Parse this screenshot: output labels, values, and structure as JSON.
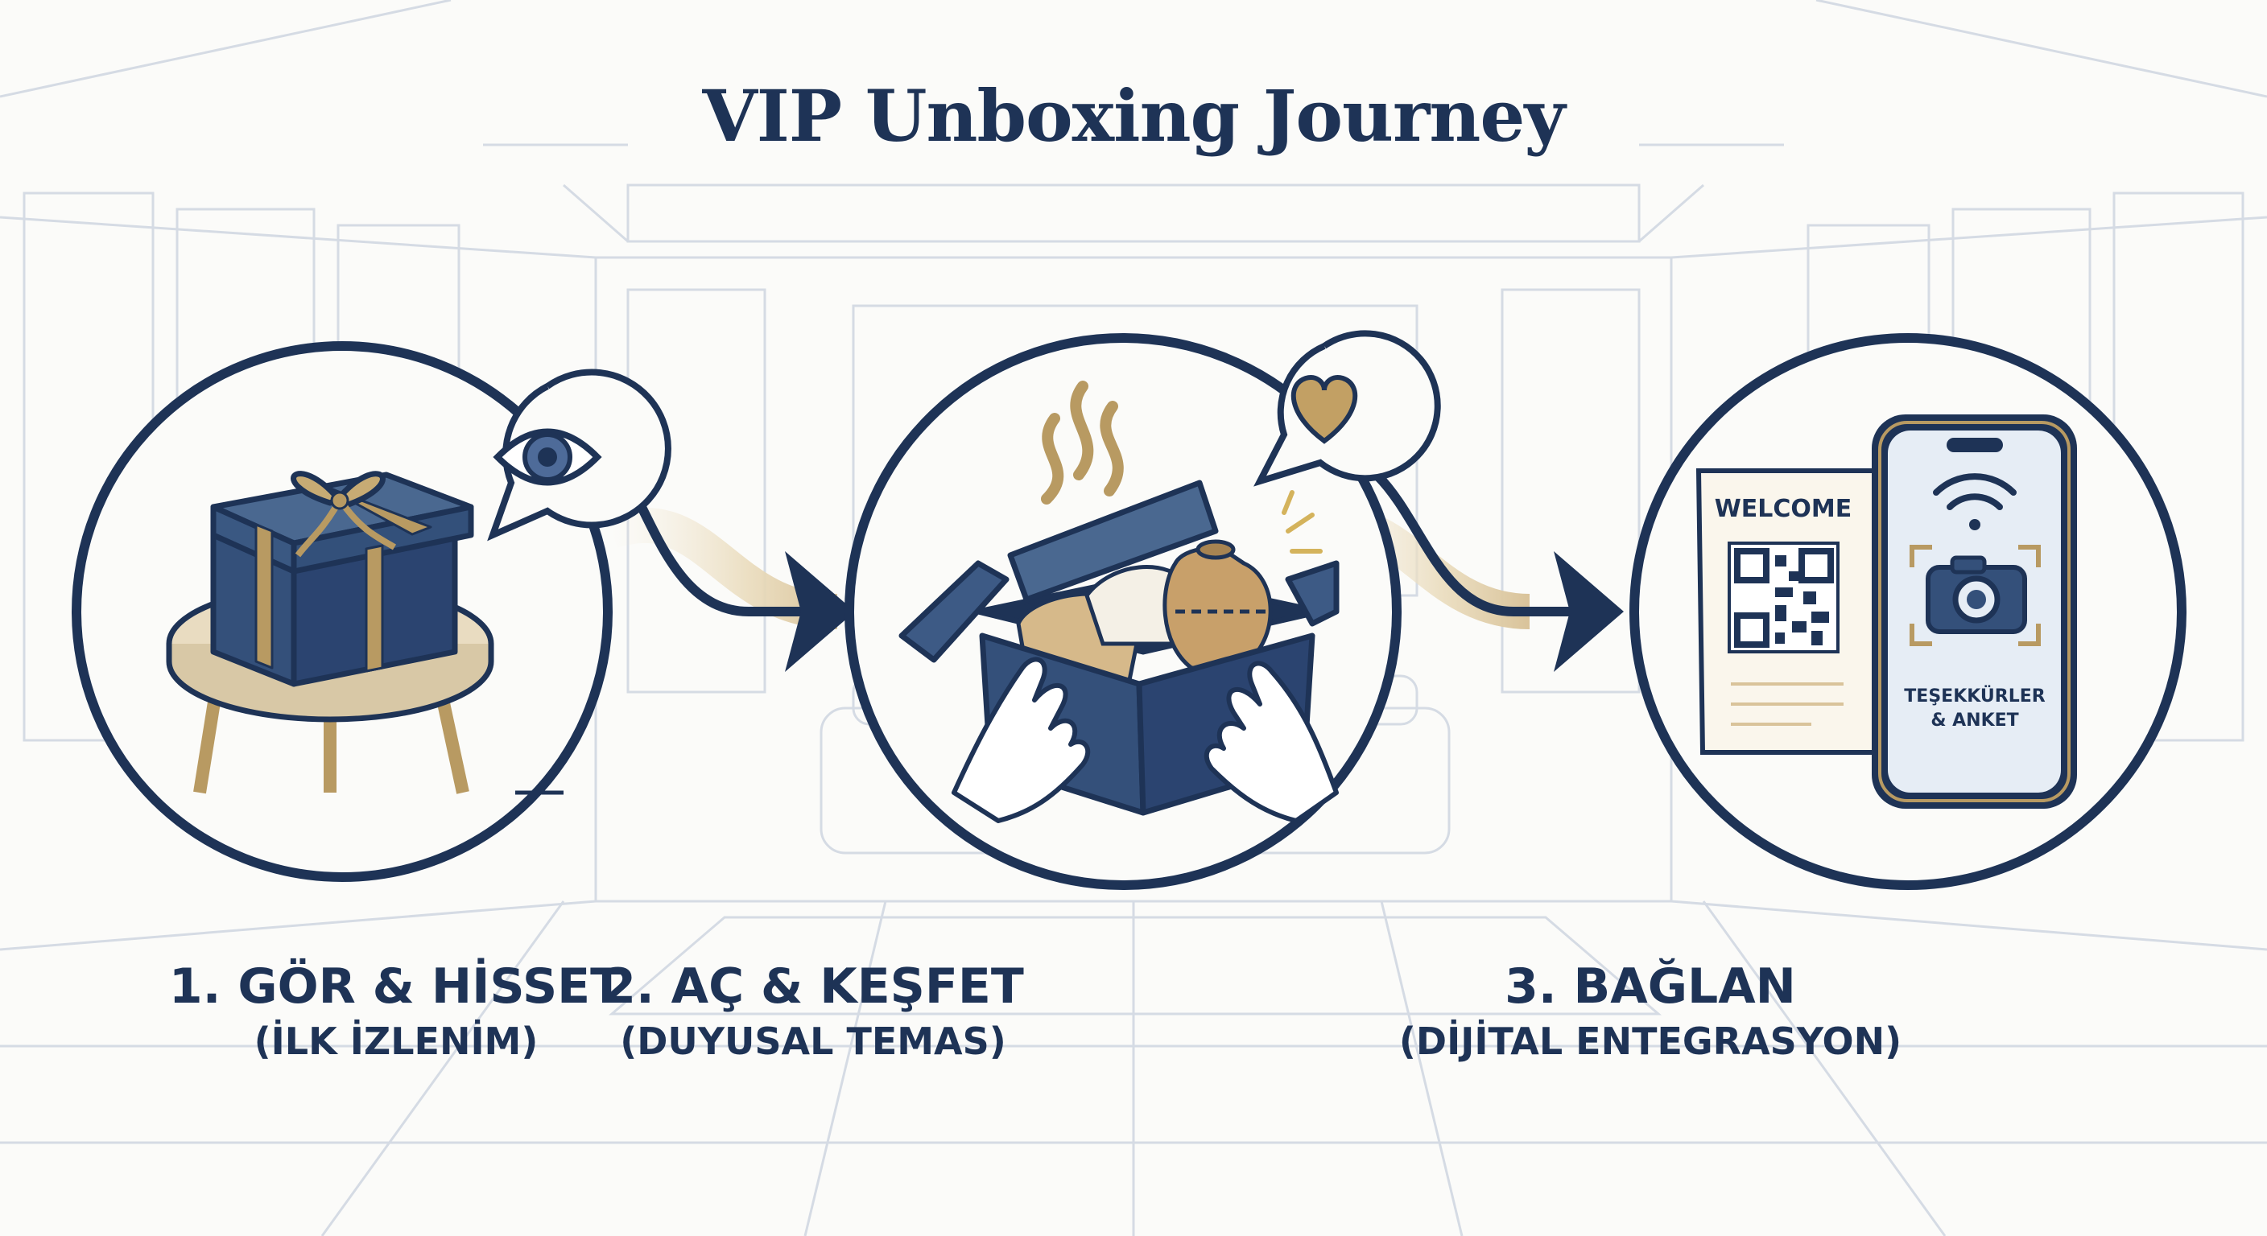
{
  "title": "VIP Unboxing Journey",
  "colors": {
    "navy": "#1e3356",
    "gold": "#b89a62",
    "sand": "#e9dcc1",
    "background": "#fbfbf9",
    "sketch": "#d5dbe4"
  },
  "steps": [
    {
      "title": "1. GÖR & HİSSET",
      "subtitle": "(İLK İZLENİM)",
      "bubble_icon": "eye-icon",
      "illustration": "gift-box-on-table"
    },
    {
      "title": "2. AÇ & KEŞFET",
      "subtitle": "(DUYUSAL TEMAS)",
      "bubble_icon": "heart-icon",
      "illustration": "hands-opening-box"
    },
    {
      "title": "3. BAĞLAN",
      "subtitle": "(DİJİTAL ENTEGRASYON)",
      "bubble_icon": "wifi-icon",
      "illustration": "phone-and-welcome-card",
      "card_text": "WELCOME",
      "phone_text_1": "TEŞEKKÜRLER",
      "phone_text_2": "& ANKET"
    }
  ]
}
